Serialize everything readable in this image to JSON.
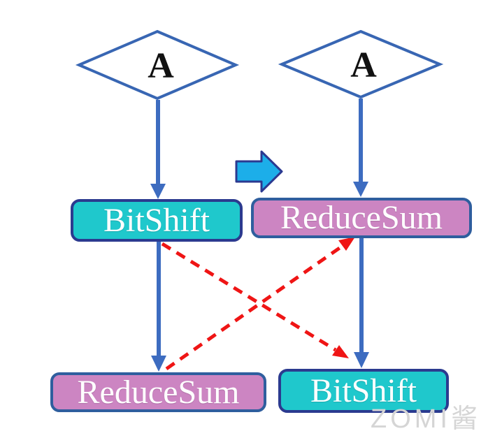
{
  "diagram": {
    "description": "Graph fusion/reordering: BitShift followed by ReduceSum is rewritten as ReduceSum followed by BitShift",
    "left_graph": {
      "input": "A",
      "op_top": "BitShift",
      "op_bottom": "ReduceSum"
    },
    "right_graph": {
      "input": "A",
      "op_top": "ReduceSum",
      "op_bottom": "BitShift"
    },
    "watermark": "ZOMI酱",
    "icons": {
      "transform_arrow_icon": "thick-right-arrow",
      "flow_arrow_icon": "solid-blue-down-arrow",
      "swap_arrow_icon": "red-dashed-diagonal-arrow",
      "input_node_shape": "diamond"
    },
    "colors": {
      "flow_blue": "#3d6cc0",
      "diamond_stroke": "#3866b3",
      "cyan_fill": "#1fc8cc",
      "cyan_border": "#2b3a8f",
      "pink_fill": "#cc85c2",
      "pink_border": "#2f5e9e",
      "transform_arrow_fill": "#1caee9",
      "transform_arrow_border": "#2b3990",
      "swap_red": "#ef1515",
      "watermark_gray": "#d5d5d5"
    }
  }
}
